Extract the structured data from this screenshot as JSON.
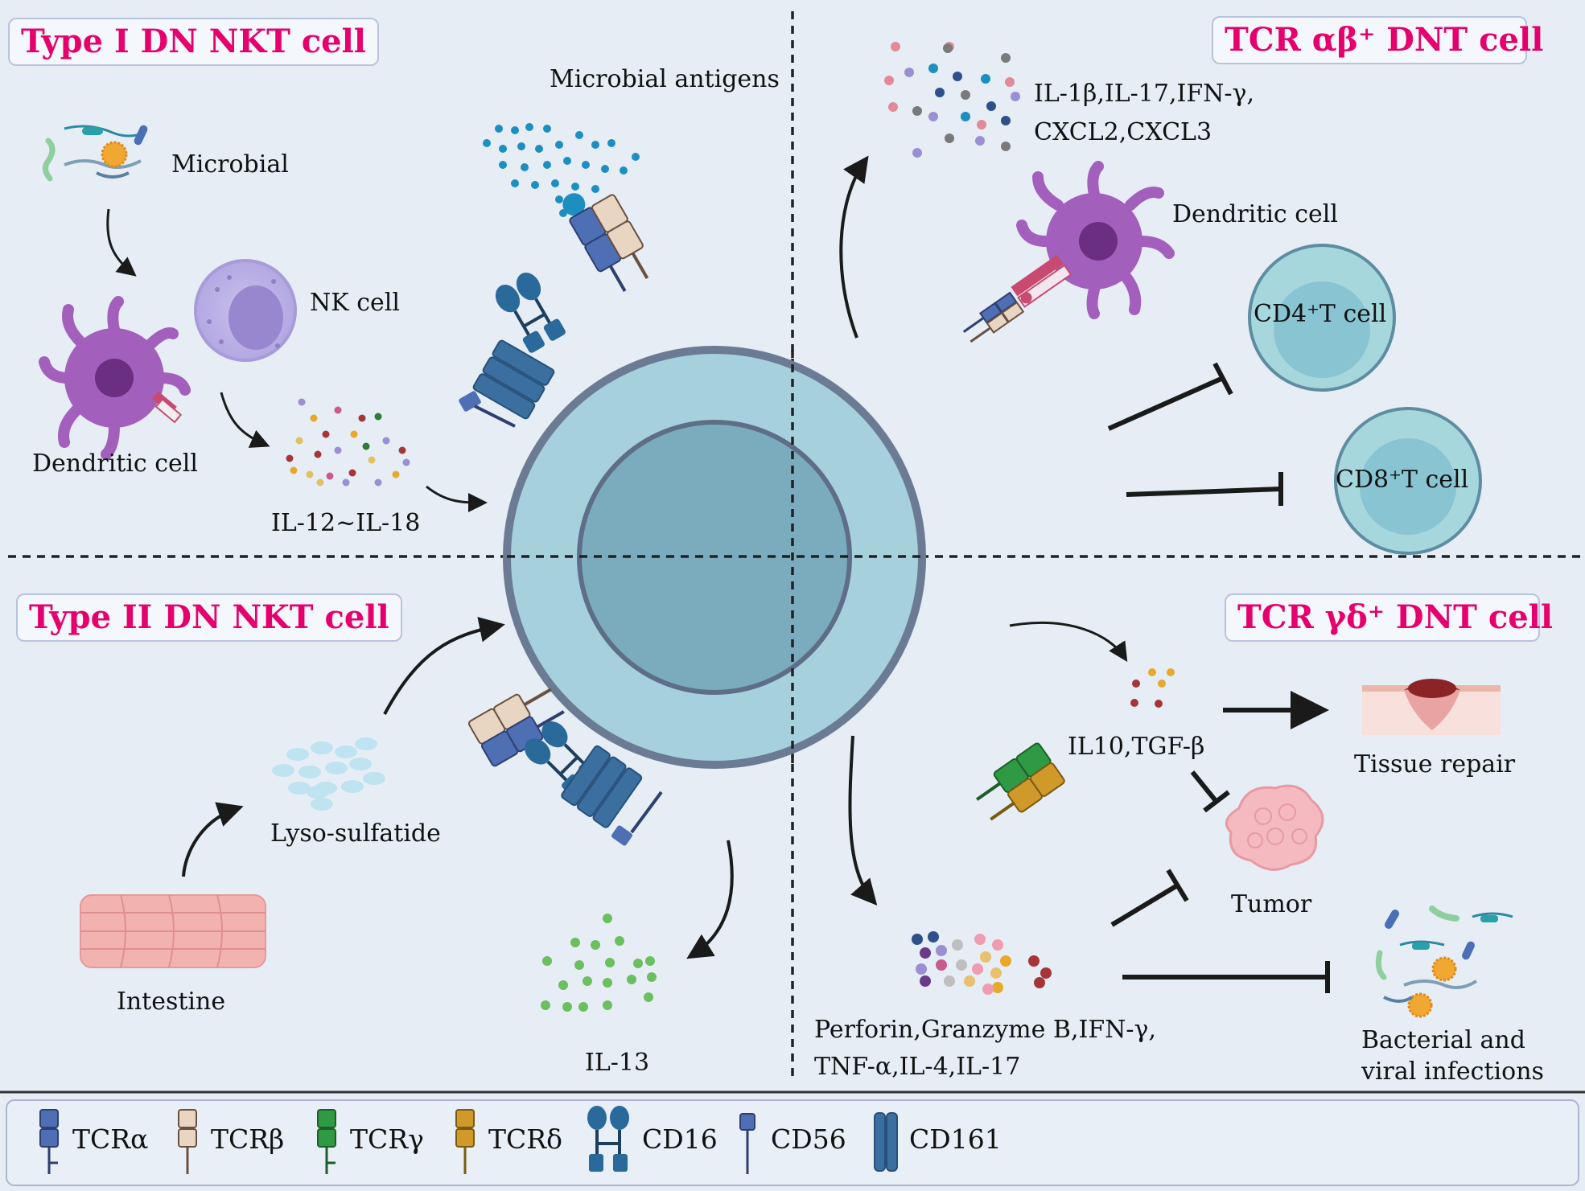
{
  "titles": {
    "type1": "Type I DN NKT cell",
    "type2": "Type II DN NKT cell",
    "ab": "TCR αβ⁺ DNT cell",
    "gd": "TCR γδ⁺ DNT cell"
  },
  "type1": {
    "microbial": "Microbial",
    "nk_cell": "NK cell",
    "dendritic_cell": "Dendritic cell",
    "il12_il18": "IL-12~IL-18",
    "microbial_antigens": "Microbial antigens"
  },
  "ab": {
    "cytokines_line1": "IL-1β,IL-17,IFN-γ,",
    "cytokines_line2": "CXCL2,CXCL3",
    "dendritic_cell": "Dendritic cell",
    "cd4": "CD4⁺T cell",
    "cd8": "CD8⁺T cell"
  },
  "type2": {
    "lyso_sulfatide": "Lyso-sulfatide",
    "intestine": "Intestine",
    "il13": "IL-13"
  },
  "gd": {
    "il10_tgf": "IL10,TGF-β",
    "tissue_repair": "Tissue repair",
    "tumor": "Tumor",
    "effectors_line1": "Perforin,Granzyme B,IFN-γ,",
    "effectors_line2": "TNF-α,IL-4,IL-17",
    "infection_line1": "Bacterial and",
    "infection_line2": "viral infections"
  },
  "legend": {
    "items": [
      {
        "label": "TCRα",
        "color": "#4f6fb5",
        "icon": "tcr-alpha-icon"
      },
      {
        "label": "TCRβ",
        "color": "#e8d6c2",
        "icon": "tcr-beta-icon"
      },
      {
        "label": "TCRγ",
        "color": "#2f9a44",
        "icon": "tcr-gamma-icon"
      },
      {
        "label": "TCRδ",
        "color": "#d09a2a",
        "icon": "tcr-delta-icon"
      },
      {
        "label": "CD16",
        "color": "#2a6a9a",
        "icon": "cd16-icon"
      },
      {
        "label": "CD56",
        "color": "#4f6fb5",
        "icon": "cd56-icon"
      },
      {
        "label": "CD161",
        "color": "#3a6f9f",
        "icon": "cd161-icon"
      }
    ]
  },
  "colors": {
    "title_text": "#e6006e",
    "cell_outer": "#a6d1dc",
    "cell_inner": "#7aacbd",
    "cell_border": "#6a7b93",
    "background": "#e6edf5"
  }
}
